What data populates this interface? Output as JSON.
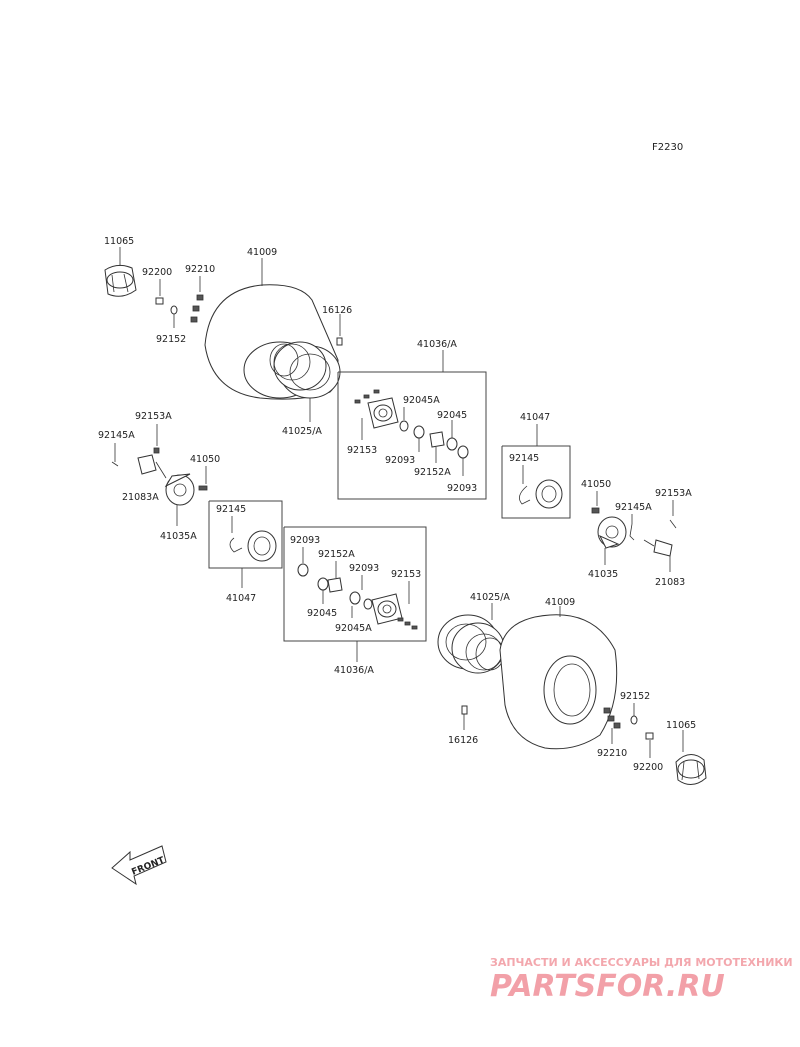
{
  "figure_id": "F2230",
  "labels": {
    "l11065_top": "11065",
    "l92200_top": "92200",
    "l92210_top": "92210",
    "l92152_top": "92152",
    "l41009_top": "41009",
    "l16126_top": "16126",
    "l41025_top": "41025/A",
    "l41036_top": "41036/A",
    "l92045A_top": "92045A",
    "l92045_top": "92045",
    "l92153_top": "92153",
    "l92093_top1": "92093",
    "l92152A_top": "92152A",
    "l92093_top2": "92093",
    "l92153A_left": "92153A",
    "l92145A_left": "92145A",
    "l41050_left": "41050",
    "l21083A": "21083A",
    "l41035A": "41035A",
    "l92145_left": "92145",
    "l41047_left": "41047",
    "l41047_right": "41047",
    "l92145_right": "92145",
    "l41050_right": "41050",
    "l92145A_right": "92145A",
    "l92153A_right": "92153A",
    "l41035": "41035",
    "l21083": "21083",
    "l92093_mid1": "92093",
    "l92152A_mid": "92152A",
    "l92093_mid2": "92093",
    "l92153_mid": "92153",
    "l92045_mid": "92045",
    "l92045A_mid": "92045A",
    "l41036_bot": "41036/A",
    "l41025_bot": "41025/A",
    "l41009_bot": "41009",
    "l16126_bot": "16126",
    "l92152_bot": "92152",
    "l92210_bot": "92210",
    "l92200_bot": "92200",
    "l11065_bot": "11065"
  },
  "front_arrow": "FRONT",
  "watermark": {
    "tagline": "ЗАПЧАСТИ И АКСЕССУАРЫ ДЛЯ МОТОТЕХНИКИ",
    "brand": "PARTSFOR.RU"
  },
  "colors": {
    "line": "#333333",
    "watermark": "#f2a0a8"
  }
}
